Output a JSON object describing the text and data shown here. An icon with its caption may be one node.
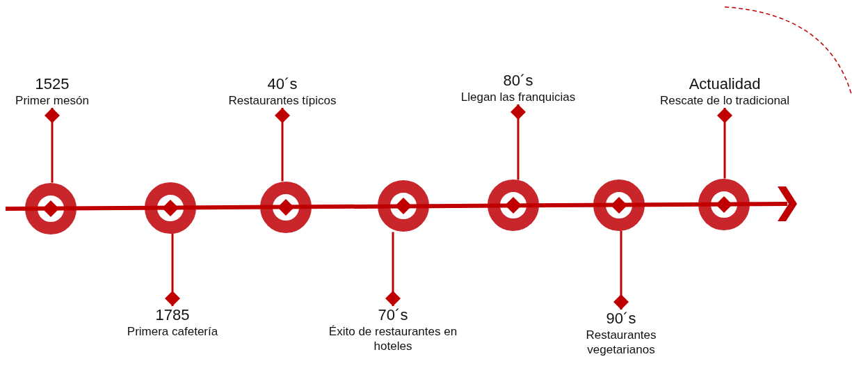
{
  "diagram": {
    "nodes": [
      {
        "text": [
          "1525",
          "Primer mesón"
        ]
      },
      {
        "text": [
          "1785",
          "Primera cafetería"
        ]
      },
      {
        "text": [
          "40´s",
          "Restaurantes típicos"
        ]
      },
      {
        "text": [
          "70´s",
          "Éxito de restaurantes en hoteles"
        ]
      },
      {
        "text": [
          "80´s",
          "Llegan las franquicias"
        ]
      },
      {
        "text": [
          "90´s",
          "Restaurantes vegetarianos"
        ]
      },
      {
        "text": [
          "Actualidad",
          "Rescate de lo tradicional"
        ]
      },
      {
        "text": [],
        "shape": "circle"
      },
      {
        "text": [],
        "shape": "circle"
      },
      {
        "text": [],
        "shape": "circle"
      },
      {
        "text": [],
        "shape": "circle"
      },
      {
        "text": [],
        "shape": "circle"
      },
      {
        "text": [],
        "shape": "circle"
      },
      {
        "text": [],
        "shape": "circle"
      }
    ],
    "edges": [
      {
        "from": 7,
        "to": 0,
        "arrow": "other"
      },
      {
        "from": 8,
        "to": 1,
        "arrow": "other"
      },
      {
        "from": 9,
        "to": 2,
        "arrow": "other"
      },
      {
        "from": 10,
        "to": 3,
        "arrow": "other"
      },
      {
        "from": 11,
        "to": 4,
        "arrow": "other"
      },
      {
        "from": 12,
        "to": 5,
        "arrow": "other"
      },
      {
        "from": 13,
        "to": 6,
        "arrow": "other"
      }
    ]
  }
}
